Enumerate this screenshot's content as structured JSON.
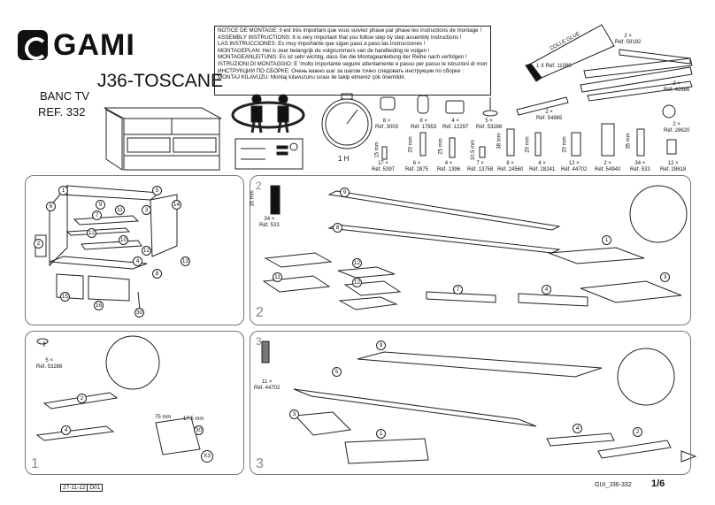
{
  "brand": {
    "name": "GAMI"
  },
  "model": "J36-TOSCANE",
  "product": {
    "name": "BANC TV",
    "ref": "REF. 332"
  },
  "notice": [
    "NOTICE DE MONTAGE: Il est très important que vous suiviez phase par phase les instructions de montage !",
    "ASSEMBLY INSTRUCTIONS: It is very important that you follow step by step assembly instructions !",
    "LAS INSTRUCCIONES: Es muy importante que sigan paso a paso las instrucciones !",
    "MONTAGEPLAN: Het is zeer belangrijk de volgnummers van de handleiding te volgen !",
    "MONTAGEANLEITUNG: Es ist sehr wichtig, dass Sie die Montageanleitung der Reihe nach verfolgen !",
    "ISTRUZIONI DI MONTAGGIO: E 'molto importante seguire attentamente e passo per passo le istruzioni di montaggio!",
    "ИНСТРУКЦИИ ПО СБОРКЕ: Очень важно шаг за шагом точно следовать инструкции по сборке :",
    "MONTAJ KILAVUZU: Montaj kılavuzunu sırası ile takip etmeniz çok önemlidir."
  ],
  "time": "1 H",
  "glue": {
    "text": "COLLE GLUE",
    "qty": "1 X Réf. 11090"
  },
  "rails": [
    {
      "qty": "2 ×",
      "ref": "Réf. 59192"
    },
    {
      "qty": "2 ×",
      "ref": "Réf. 42686"
    },
    {
      "qty": "2 ×",
      "ref": "Réf. 54865"
    },
    {
      "qty": "2 ×",
      "ref": "Réf. 28620"
    }
  ],
  "hardware_top": [
    {
      "qty": "8 ×",
      "ref": "Réf. 3003"
    },
    {
      "qty": "8 ×",
      "ref": "Réf. 17853"
    },
    {
      "qty": "4 ×",
      "ref": "Réf. 12297"
    },
    {
      "qty": "5 ×",
      "ref": "Réf. 53286"
    }
  ],
  "hardware_bottom": [
    {
      "size": "15 mm",
      "qty": "17 ×",
      "ref": "Réf. 5397"
    },
    {
      "size": "20 mm",
      "qty": "6 ×",
      "ref": "Réf. 2875"
    },
    {
      "size": "25 mm",
      "qty": "4 ×",
      "ref": "Réf. 1396"
    },
    {
      "size": "10.5 mm",
      "qty": "7 ×",
      "ref": "Réf. 13758"
    },
    {
      "size": "38 mm",
      "qty": "6 ×",
      "ref": "Réf. 24560"
    },
    {
      "size": "20 mm",
      "qty": "4 ×",
      "ref": "Réf. 28241"
    },
    {
      "size": "20 mm",
      "qty": "12 ×",
      "ref": "Réf. 44702"
    },
    {
      "size": "",
      "qty": "2 ×",
      "ref": "Réf. 54940"
    },
    {
      "size": "35 mm",
      "qty": "34 ×",
      "ref": "Réf. 533"
    },
    {
      "size": "",
      "qty": "12 ×",
      "ref": "Réf. 28618"
    }
  ],
  "steps": [
    {
      "num": "1",
      "part": {
        "qty": "5 ×",
        "ref": "Réf. 53286"
      },
      "dims": [
        "75 mm",
        "17.5 mm"
      ],
      "mult": "X3",
      "circled": [
        "2",
        "4",
        "30"
      ]
    },
    {
      "num": "2",
      "part": {
        "size": "35 mm",
        "qty": "34 ×",
        "ref": "Réf. 533"
      },
      "circled": [
        "9",
        "8",
        "1",
        "12",
        "11",
        "12",
        "7",
        "4",
        "3"
      ]
    },
    {
      "num": "3",
      "part": {
        "qty": "11 ×",
        "ref": "Réf. 44702"
      },
      "circled": [
        "9",
        "5",
        "3",
        "1",
        "4",
        "2"
      ]
    }
  ],
  "exploded_parts": [
    "1",
    "5",
    "6",
    "7",
    "9",
    "11",
    "3",
    "14",
    "2",
    "12",
    "10",
    "13",
    "12",
    "4",
    "8",
    "15",
    "16",
    "30"
  ],
  "footer": {
    "date": "27-11-12",
    "rev": "D01",
    "code": "GUI_J36-332",
    "page": "1/6"
  }
}
